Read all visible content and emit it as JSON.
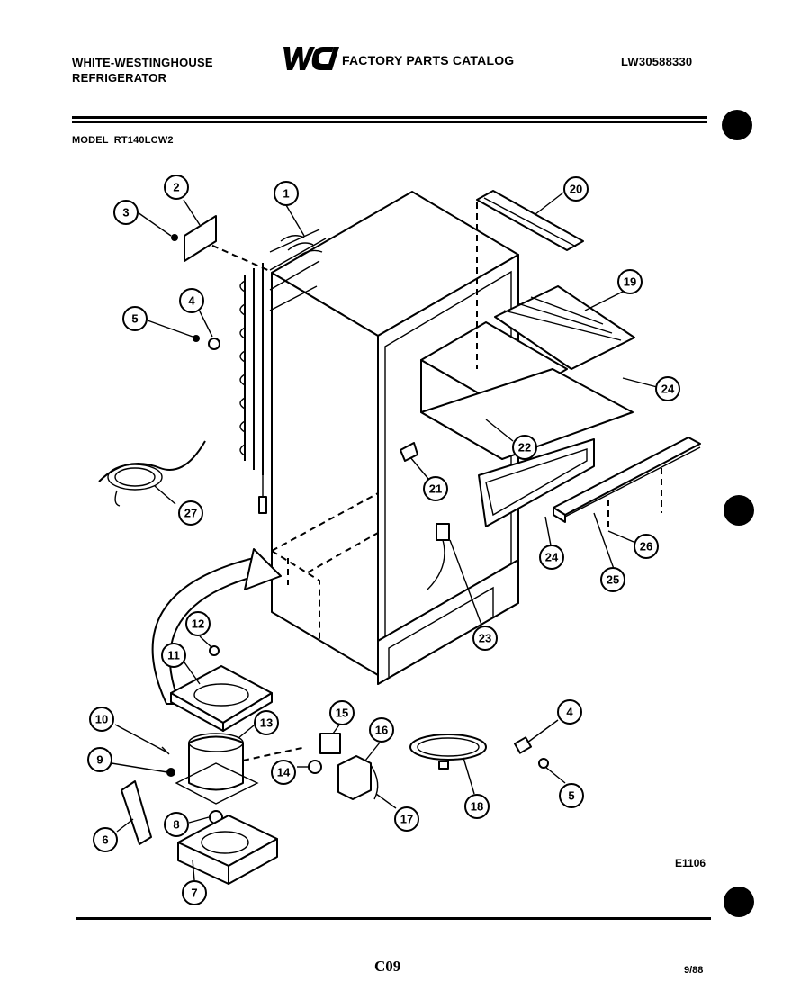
{
  "header": {
    "brand_line1": "WHITE-WESTINGHOUSE",
    "brand_line2": "REFRIGERATOR",
    "logo_text": "WCI",
    "catalog_title": "FACTORY PARTS CATALOG",
    "catalog_number": "LW30588330",
    "model_label": "MODEL",
    "model_number": "RT140LCW2"
  },
  "diagram": {
    "code": "E1106",
    "callouts": [
      "1",
      "2",
      "3",
      "4",
      "5",
      "6",
      "7",
      "8",
      "9",
      "10",
      "11",
      "12",
      "13",
      "14",
      "15",
      "16",
      "17",
      "18",
      "19",
      "20",
      "21",
      "22",
      "23",
      "24",
      "25",
      "26",
      "27",
      "4",
      "5",
      "24"
    ]
  },
  "footer": {
    "page_number": "C09",
    "date": "9/88"
  }
}
